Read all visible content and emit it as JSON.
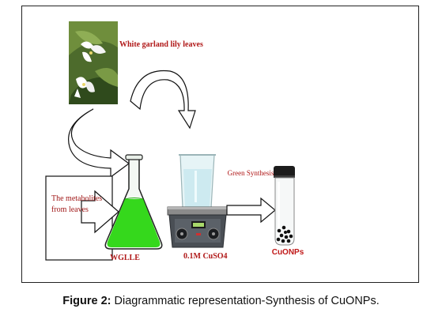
{
  "diagram": {
    "leaf_label": "White garland lily leaves",
    "metabolites_label": "The metabolites from leaves",
    "flask_label": "WGLLE",
    "beaker_label": "0.1M CuSO4",
    "process_label": "Green Synthesis",
    "product_label": "CuONPs"
  },
  "caption": {
    "prefix": "Figure 2:",
    "text": " Diagrammatic representation-Synthesis of CuONPs."
  },
  "colors": {
    "label_red": "#b01818",
    "flask_liquid": "#35d81c",
    "border": "#222222"
  }
}
